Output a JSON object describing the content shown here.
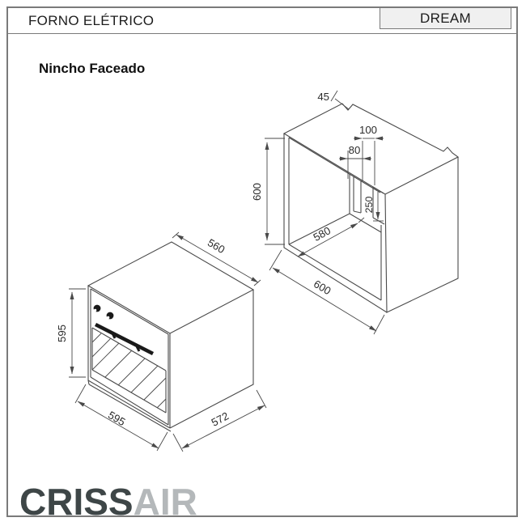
{
  "header": {
    "title": "FORNO ELÉTRICO",
    "model": "DREAM"
  },
  "section_title": "Nincho Faceado",
  "niche": {
    "height": "600",
    "front_width": "600",
    "floor_depth": "580",
    "slot_width_outer": "100",
    "slot_width_inner": "80",
    "slot_height": "250",
    "corner_notch": "45"
  },
  "oven": {
    "top_depth": "560",
    "front_height": "595",
    "front_width": "595",
    "side_depth": "572"
  },
  "logo": {
    "primary": "CRISS",
    "secondary": "AIR"
  },
  "colors": {
    "line": "#4a4a4a",
    "model_box_bg": "#f0f0f0",
    "logo_primary": "#3e4647",
    "logo_secondary": "#b4b8ba"
  }
}
